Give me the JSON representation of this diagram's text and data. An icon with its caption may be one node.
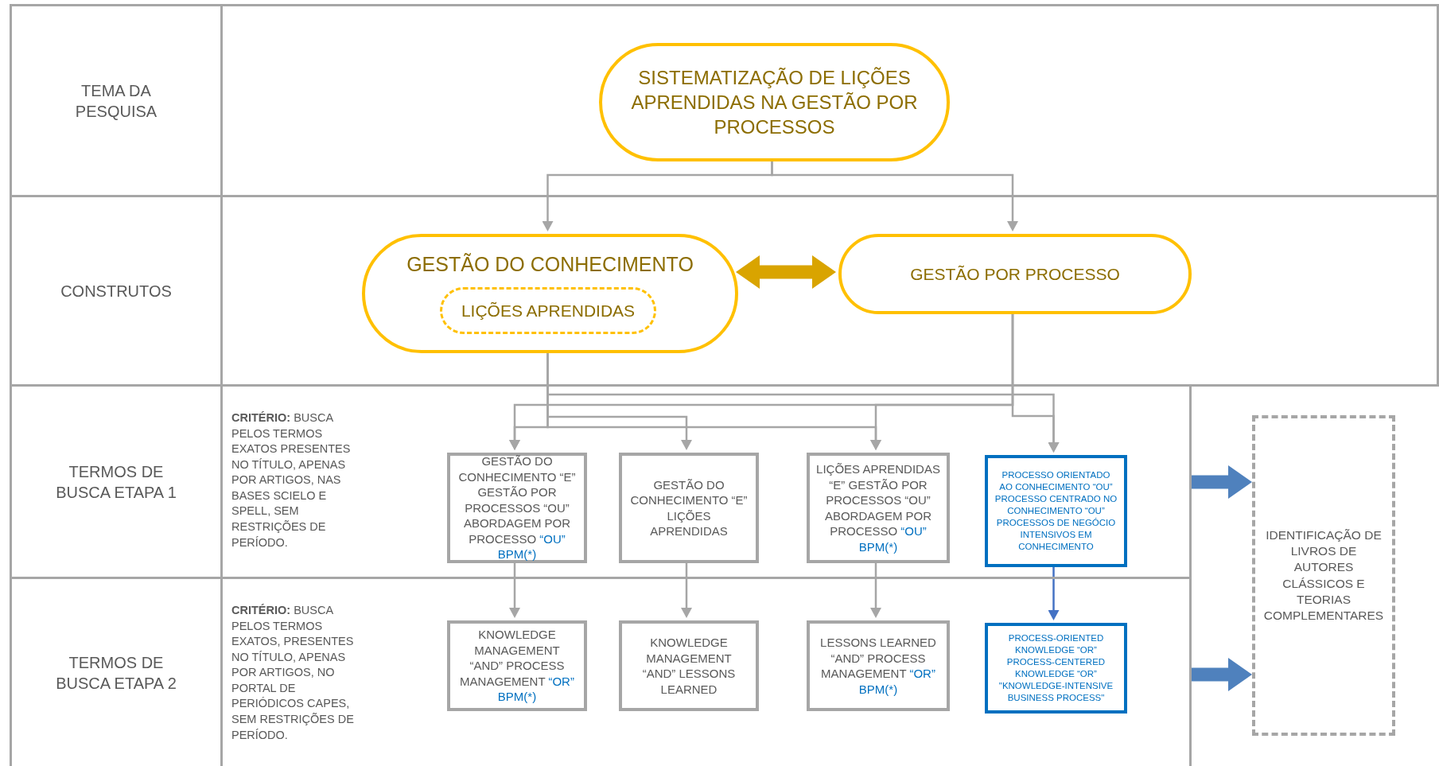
{
  "diagram": {
    "nodes": [
      {
        "text": [
          "TEMA DA PESQUISA"
        ]
      },
      {
        "text": [
          "SISTEMATIZAÇÃO DE LIÇÕES APRENDIDAS NA GESTÃO POR PROCESSOS"
        ],
        "in": 0
      },
      {
        "text": [
          "CONSTRUTOS"
        ]
      },
      {
        "text": [
          "GESTÃO DO CONHECIMENTO"
        ],
        "in": 2
      },
      {
        "text": [
          "LIÇÕES APRENDIDAS"
        ],
        "in": 3
      },
      {
        "text": [
          "GESTÃO POR PROCESSO"
        ],
        "in": 2
      },
      {
        "text": [
          "TERMOS DE BUSCA ETAPA 1",
          "**CRITÉRIO:** BUSCA PELOS TERMOS EXATOS PRESENTES NO TÍTULO, APENAS POR ARTIGOS, NAS BASES SCIELO E SPELL, SEM RESTRIÇÕES DE PERÍODO."
        ]
      },
      {
        "text": [
          "GESTÃO DO CONHECIMENTO “E” GESTÃO POR PROCESSOS “OU” ABORDAGEM POR PROCESSO",
          "“OU” BPM(*)"
        ],
        "in": 6
      },
      {
        "text": [
          "GESTÃO DO CONHECIMENTO “E” LIÇÕES APRENDIDAS"
        ],
        "in": 6
      },
      {
        "text": [
          "LIÇÕES APRENDIDAS “E” GESTÃO POR PROCESSOS “OU” ABORDAGEM POR PROCESSO",
          "“OU” BPM(*)"
        ],
        "in": 6
      },
      {
        "text": [
          "PROCESSO ORIENTADO AO CONHECIMENTO “OU” PROCESSO CENTRADO NO CONHECIMENTO “OU” PROCESSOS DE NEGÓCIO INTENSIVOS EM CONHECIMENTO"
        ],
        "in": 6
      },
      {
        "text": [
          "TERMOS DE BUSCA ETAPA 2",
          "**CRITÉRIO:** BUSCA PELOS TERMOS EXATOS, PRESENTES NO TÍTULO, APENAS POR ARTIGOS, NO PORTAL DE PERIÓDICOS CAPES, SEM RESTRIÇÕES DE PERÍODO."
        ]
      },
      {
        "text": [
          "KNOWLEDGE MANAGEMENT “AND” PROCESS MANAGEMENT",
          "“OR” BPM(*)"
        ],
        "in": 11
      },
      {
        "text": [
          "KNOWLEDGE MANAGEMENT “AND” LESSONS LEARNED"
        ],
        "in": 11
      },
      {
        "text": [
          "LESSONS LEARNED “AND” PROCESS MANAGEMENT",
          "“OR” BPM(*)"
        ],
        "in": 11
      },
      {
        "text": [
          "PROCESS-ORIENTED KNOWLEDGE “OR” PROCESS-CENTERED KNOWLEDGE “OR” \"KNOWLEDGE-INTENSIVE BUSINESS PROCESS\""
        ],
        "in": 11
      },
      {
        "text": [
          "IDENTIFICAÇÃO DE LIVROS DE AUTORES CLÁSSICOS E TEORIAS COMPLEMENTARES"
        ]
      }
    ],
    "edges": [
      {
        "from": 1,
        "to": 3,
        "arrow": "to"
      },
      {
        "from": 1,
        "to": 5,
        "arrow": "to"
      },
      {
        "from": 3,
        "to": 5,
        "arrow": "both",
        "style": "thick",
        "color": "#d9a400"
      },
      {
        "from": 3,
        "to": 7,
        "arrow": "to"
      },
      {
        "from": 3,
        "to": 8,
        "arrow": "to"
      },
      {
        "from": 3,
        "to": 9,
        "arrow": "to"
      },
      {
        "from": 3,
        "to": 10,
        "arrow": "to"
      },
      {
        "from": 5,
        "to": 7,
        "arrow": "to"
      },
      {
        "from": 5,
        "to": 9,
        "arrow": "to"
      },
      {
        "from": 5,
        "to": 10,
        "arrow": "to"
      },
      {
        "from": 7,
        "to": 12,
        "arrow": "to"
      },
      {
        "from": 8,
        "to": 13,
        "arrow": "to"
      },
      {
        "from": 9,
        "to": 14,
        "arrow": "to"
      },
      {
        "from": 10,
        "to": 15,
        "arrow": "to",
        "color": "#4472c4"
      },
      {
        "from": 6,
        "to": 16,
        "arrow": "to",
        "style": "thick",
        "color": "#4f81bd"
      },
      {
        "from": 11,
        "to": 16,
        "arrow": "to",
        "style": "thick",
        "color": "#4f81bd"
      }
    ]
  }
}
